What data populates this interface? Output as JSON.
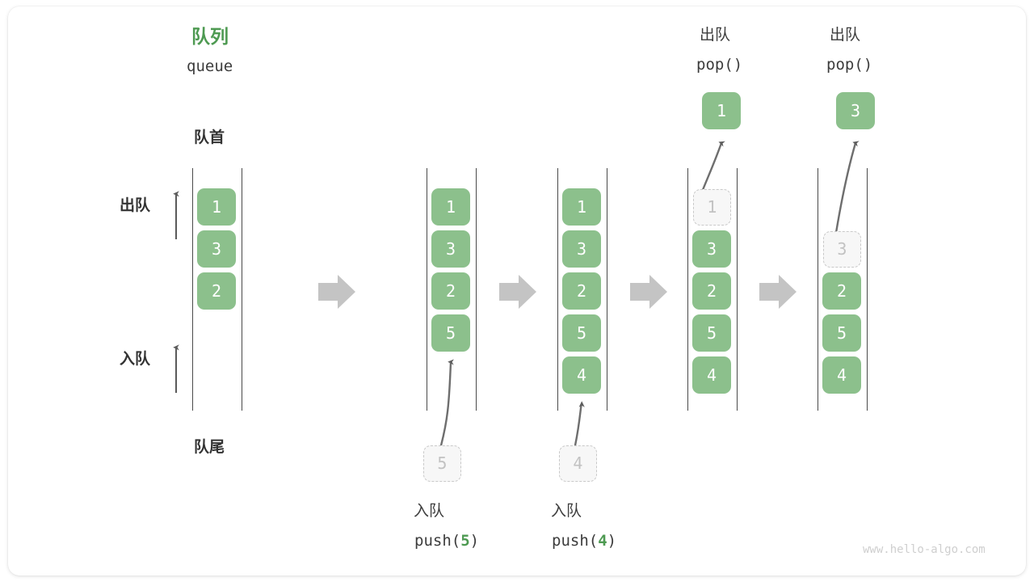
{
  "figure": {
    "title_cn": "队列",
    "title_en": "queue",
    "front_label": "队首",
    "rear_label": "队尾",
    "dequeue_label": "出队",
    "enqueue_label": "入队",
    "watermark": "www.hello-algo.com",
    "accent_color": "#4e9a52",
    "cell_color": "#8cc08c",
    "ghost_color": "#c2c2c2",
    "arrow_color": "#c4c4c4"
  },
  "steps": [
    {
      "id": "step-initial",
      "header_cn": "",
      "header_code": "",
      "cells": [
        "1",
        "3",
        "2"
      ],
      "ghost_index": -1,
      "input_ghost": null,
      "output_cell": null,
      "caption_cn": "",
      "caption_code": "",
      "caption_arg": ""
    },
    {
      "id": "step-push-5",
      "header_cn": "",
      "header_code": "",
      "cells": [
        "1",
        "3",
        "2",
        "5"
      ],
      "ghost_index": -1,
      "input_ghost": "5",
      "output_cell": null,
      "caption_cn": "入队",
      "caption_code_prefix": "push(",
      "caption_arg": "5",
      "caption_code_suffix": ")"
    },
    {
      "id": "step-push-4",
      "header_cn": "",
      "header_code": "",
      "cells": [
        "1",
        "3",
        "2",
        "5",
        "4"
      ],
      "ghost_index": -1,
      "input_ghost": "4",
      "output_cell": null,
      "caption_cn": "入队",
      "caption_code_prefix": "push(",
      "caption_arg": "4",
      "caption_code_suffix": ")"
    },
    {
      "id": "step-pop-1",
      "header_cn": "出队",
      "header_code": "pop()",
      "cells": [
        "1",
        "3",
        "2",
        "5",
        "4"
      ],
      "ghost_index": 0,
      "input_ghost": null,
      "output_cell": "1",
      "caption_cn": "",
      "caption_code": "",
      "caption_arg": ""
    },
    {
      "id": "step-pop-3",
      "header_cn": "出队",
      "header_code": "pop()",
      "cells": [
        "",
        "3",
        "2",
        "5",
        "4"
      ],
      "ghost_index": 1,
      "input_ghost": null,
      "output_cell": "3",
      "caption_cn": "",
      "caption_code": "",
      "caption_arg": ""
    }
  ],
  "flow_arrows": 4
}
